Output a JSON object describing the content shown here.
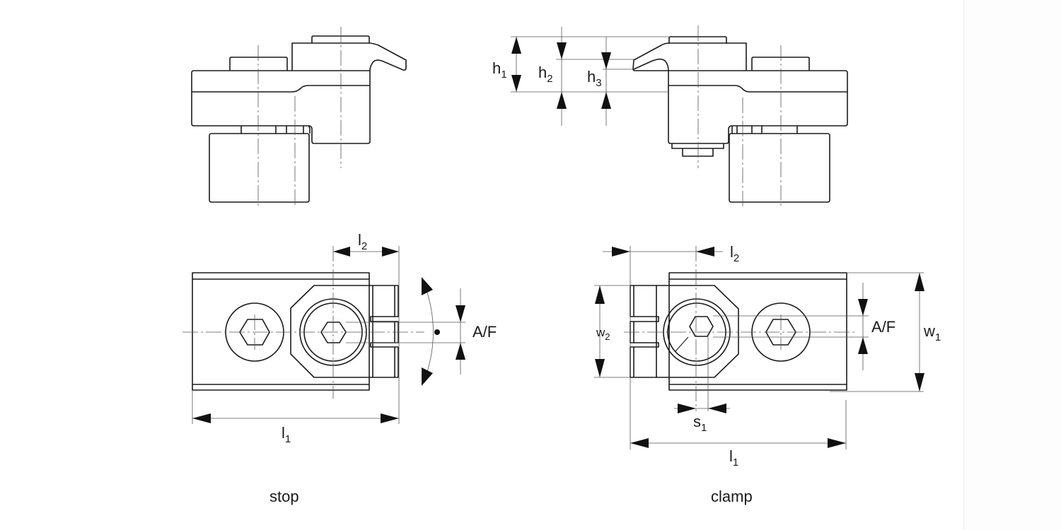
{
  "figure": {
    "description": "Technical dimension drawing of stop and clamp variants",
    "views": [
      {
        "id": "stop",
        "caption": "stop",
        "dimensions": {
          "l1": {
            "base": "l",
            "sub": "1"
          },
          "l2": {
            "base": "l",
            "sub": "2"
          },
          "af": "A/F"
        }
      },
      {
        "id": "clamp",
        "caption": "clamp",
        "dimensions": {
          "h1": {
            "base": "h",
            "sub": "1"
          },
          "h2": {
            "base": "h",
            "sub": "2"
          },
          "h3": {
            "base": "h",
            "sub": "3"
          },
          "l1": {
            "base": "l",
            "sub": "1"
          },
          "l2": {
            "base": "l",
            "sub": "2"
          },
          "w1": {
            "base": "w",
            "sub": "1"
          },
          "w2": {
            "base": "w",
            "sub": "2"
          },
          "s1": {
            "base": "s",
            "sub": "1"
          },
          "af": "A/F"
        }
      }
    ]
  },
  "colors": {
    "line": "#1a1a1a",
    "background": "#ffffff"
  }
}
